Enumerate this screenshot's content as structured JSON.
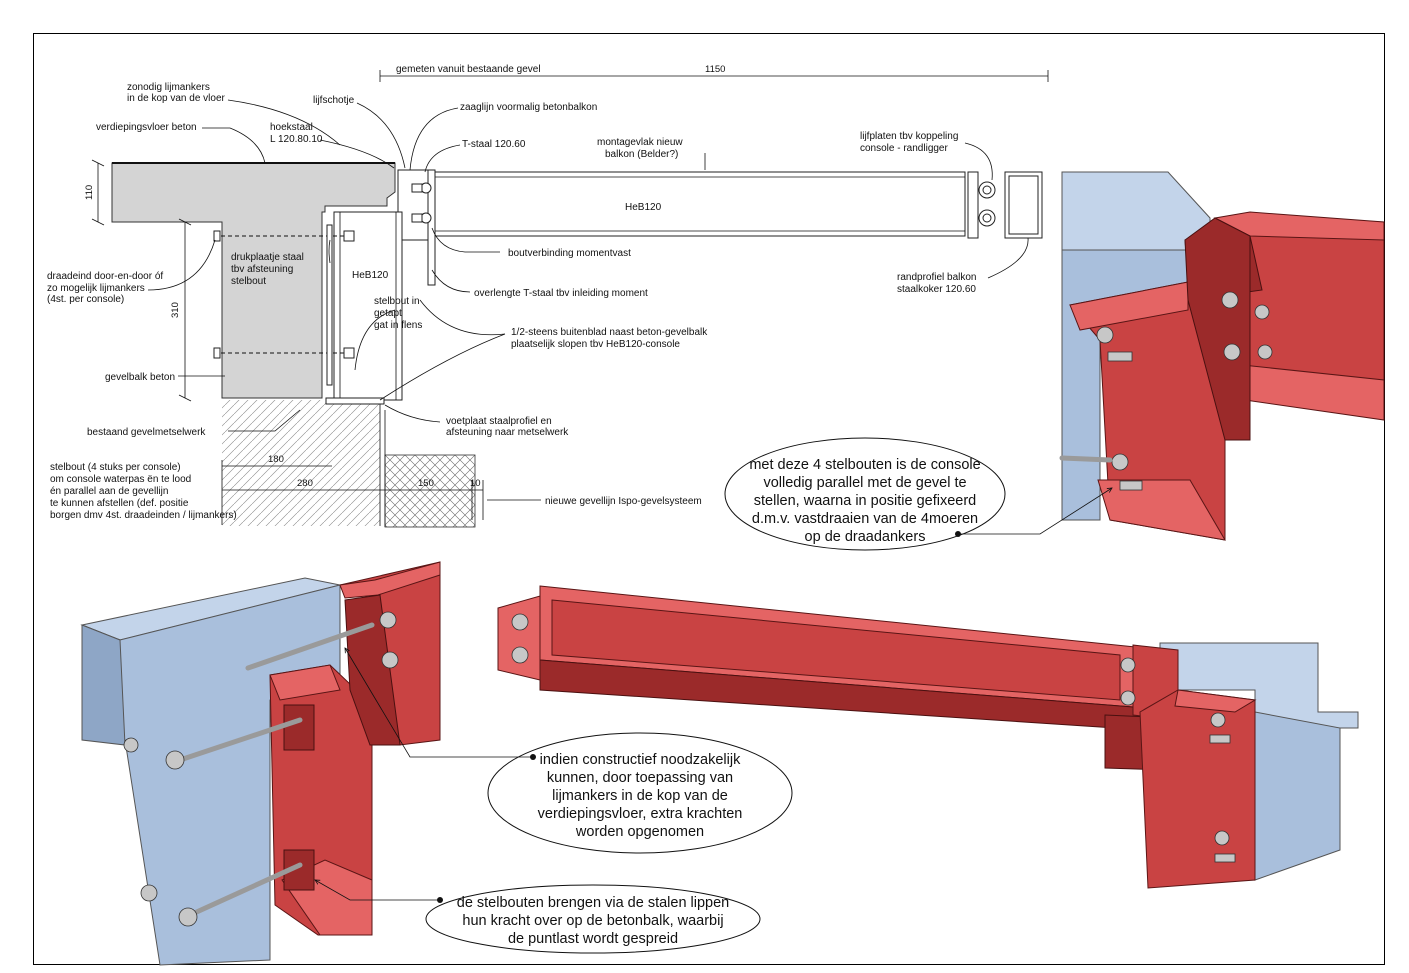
{
  "section": {
    "labels": {
      "gemeten": "gemeten vanuit bestaande gevel",
      "dim_1150": "1150",
      "zonodig_1": "zonodig lijmankers",
      "zonodig_2": "in de kop van de vloer",
      "lijfschotje": "lijfschotje",
      "zaaglijn": "zaaglijn voormalig betonbalkon",
      "verdiepingsvloer": "verdiepingsvloer beton",
      "hoekstaal_1": "hoekstaal",
      "hoekstaal_2": "L 120.80.10",
      "tstaal": "T-staal 120.60",
      "montage_1": "montagevlak nieuw",
      "montage_2": "balkon (Belder?)",
      "lijfplaten_1": "lijfplaten tbv koppeling",
      "lijfplaten_2": "console - randligger",
      "heb120_beam": "HeB120",
      "dim_110": "110",
      "drukplaatje_1": "drukplaatje staal",
      "drukplaatje_2": "tbv afsteuning",
      "drukplaatje_3": "stelbout",
      "heb120_col": "HeB120",
      "boutverbinding": "boutverbinding momentvast",
      "randprofiel_1": "randprofiel balkon",
      "randprofiel_2": "staalkoker 120.60",
      "draadeind_1": "draadeind door-en-door óf",
      "draadeind_2": "zo mogelijk lijmankers",
      "draadeind_3": "(4st. per console)",
      "overlengte": "overlengte T-staal tbv inleiding moment",
      "dim_310": "310",
      "stelbout_1": "stelbout in",
      "stelbout_2": "getapt",
      "stelbout_3": "gat in flens",
      "steens_1": "1/2-steens buitenblad naast beton-gevelbalk",
      "steens_2": "plaatselijk slopen tbv HeB120-console",
      "gevelbalk": "gevelbalk beton",
      "voetplaat_1": "voetplaat staalprofiel en",
      "voetplaat_2": "afsteuning naar metselwerk",
      "metselwerk": "bestaand gevelmetselwerk",
      "stelbout4_1": "stelbout (4 stuks per console)",
      "stelbout4_2": "om console waterpas ën te lood",
      "stelbout4_3": "én parallel aan de gevellijn",
      "stelbout4_4": "te kunnen afstellen (def. positie",
      "stelbout4_5": "borgen dmv 4st. draadeinden / lijmankers)",
      "dim_180": "180",
      "dim_280": "280",
      "dim_150": "150",
      "dim_10": "10",
      "nieuwe_gevellijn": "nieuwe gevellijn Ispo-gevelsysteem"
    }
  },
  "callouts": {
    "c1": [
      "met deze 4 stelbouten is de console",
      "volledig parallel met de gevel te",
      "stellen, waarna in positie gefixeerd",
      "d.m.v. vastdraaien van de 4moeren",
      "op de draadankers"
    ],
    "c2": [
      "indien constructief noodzakelijk",
      "kunnen, door toepassing van",
      "lijmankers in de kop van de",
      "verdiepingsvloer, extra krachten",
      "worden opgenomen"
    ],
    "c3": [
      "de stelbouten brengen via de stalen lippen",
      "hun kracht over op de betonbalk, waarbij",
      "de puntlast wordt gespreid"
    ]
  },
  "colors": {
    "steel": "#c94343",
    "steel_light": "#e46464",
    "steel_dark": "#9b2a2a",
    "concrete_3d": "#a9bfdc",
    "concrete_section": "#d4d4d4"
  }
}
